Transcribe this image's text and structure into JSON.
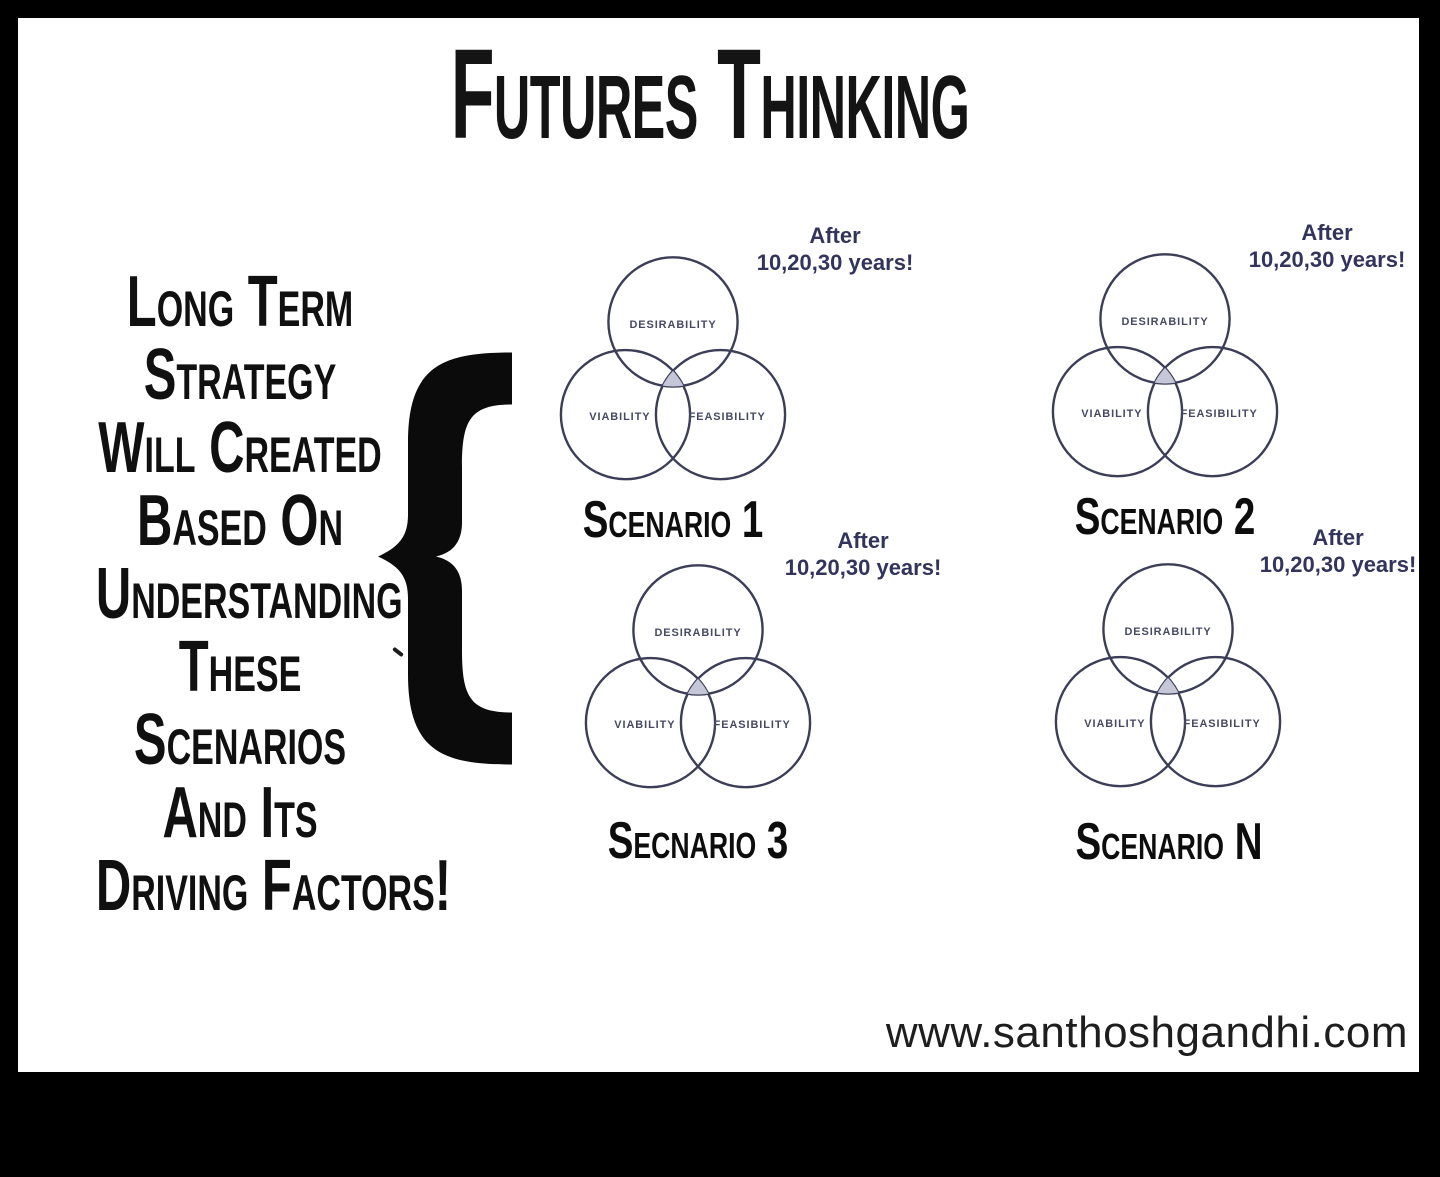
{
  "title": "Futures Thinking",
  "left_statement": {
    "lines": [
      "Long Term",
      "Strategy",
      "Will Created",
      "Based On",
      "Understanding",
      "These",
      "Scenarios",
      "And Its",
      "Driving Factors!"
    ]
  },
  "scenarios": [
    {
      "label": "Scenario 1",
      "after": [
        "After",
        "10,20,30 years!"
      ],
      "circles": {
        "top": "DESIRABILITY",
        "left": "VIABILITY",
        "right": "FEASIBILITY"
      }
    },
    {
      "label": "Scenario 2",
      "after": [
        "After",
        "10,20,30 years!"
      ],
      "circles": {
        "top": "DESIRABILITY",
        "left": "VIABILITY",
        "right": "FEASIBILITY"
      }
    },
    {
      "label": "Secnario 3",
      "after": [
        "After",
        "10,20,30 years!"
      ],
      "circles": {
        "top": "DESIRABILITY",
        "left": "VIABILITY",
        "right": "FEASIBILITY"
      }
    },
    {
      "label": "Scenario N",
      "after": [
        "After",
        "10,20,30 years!"
      ],
      "circles": {
        "top": "DESIRABILITY",
        "left": "VIABILITY",
        "right": "FEASIBILITY"
      }
    }
  ],
  "website": "www.santhoshgandhi.com",
  "colors": {
    "frame": "#000000",
    "background": "#ffffff",
    "title_text": "#141414",
    "statement_text": "#101010",
    "after_text": "#32345c",
    "circle_stroke": "#3c3e57",
    "circle_label": "#474963",
    "center_fill": "#c5c6d8",
    "website_text": "#1e1e1e"
  }
}
